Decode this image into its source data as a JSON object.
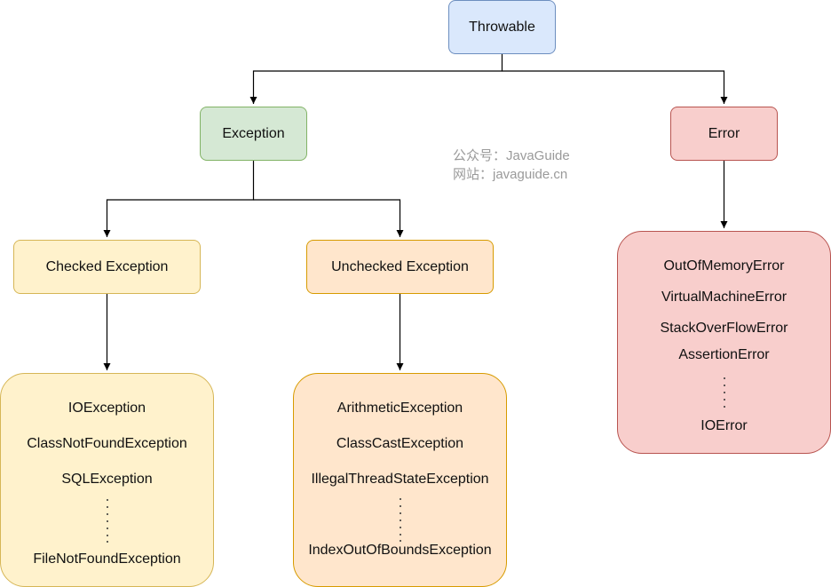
{
  "title": "Throwable",
  "branches": {
    "exception": {
      "label": "Exception",
      "checked": {
        "label": "Checked Exception",
        "items": [
          "IOException",
          "ClassNotFoundException",
          "SQLException",
          "FileNotFoundException"
        ]
      },
      "unchecked": {
        "label": "Unchecked Exception",
        "items": [
          "ArithmeticException",
          "ClassCastException",
          "IllegalThreadStateException",
          "IndexOutOfBoundsException"
        ]
      }
    },
    "error": {
      "label": "Error",
      "items": [
        "OutOfMemoryError",
        "VirtualMachineError",
        "StackOverFlowError",
        "AssertionError",
        "IOError"
      ]
    }
  },
  "watermark": {
    "line1": "公众号：JavaGuide",
    "line2": "网站：javaguide.cn"
  },
  "colors": {
    "root_fill": "#dae8fc",
    "exception_fill": "#d5e8d4",
    "error_fill": "#f8cecc",
    "checked_fill": "#fff2cc",
    "unchecked_fill": "#ffe6cc"
  }
}
